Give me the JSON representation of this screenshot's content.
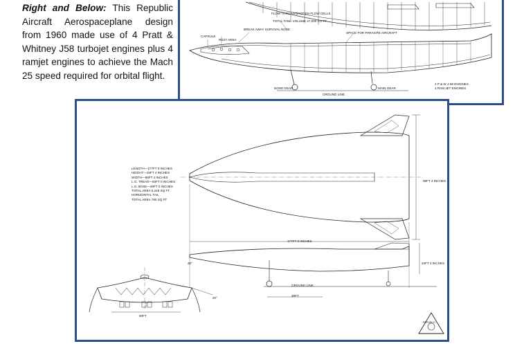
{
  "caption": {
    "lead": "Right and Below:",
    "body": " This Republic Aircraft Aerospaceplane design from 1960 made use of 4 Pratt & Whitney J58 turbojet engines plus 4 ramjet engines to achieve the Mach 25 speed required for orbital flight."
  },
  "top_drawing": {
    "labels": {
      "flow_thru": "Flow thru hydrogen flow cells",
      "tank_volume": "Total tank volume 47,000 cu ft",
      "break_away": "Break away survival nose",
      "capsule": "Capsule",
      "rest_area": "Rest area",
      "space_for": "Space for parasite aircraft",
      "nose_gear": "Nose gear",
      "main_gear": "Main gear",
      "ground_line": "Ground line",
      "engines_1": "4 P & W J-58 engines",
      "engines_2": "4 ram jet engines"
    }
  },
  "bottom_drawing": {
    "specs": [
      "LENGTH—177FT 0 INCHES",
      "HEIGHT—34FT 4 INCHES",
      "WIDTH—98FT 4 INCHES",
      "L.G. TREAD—50FT 0 INCHES",
      "L.G. BASE—48FT 0 INCHES",
      "TOTAL AREA 5,245 SQ FT",
      "HORIZONTAL TAIL",
      "TOTAL AREA 780 SQ FT"
    ],
    "labels": {
      "span_dim": "98FT 4 INCHES",
      "length_dim": "177FT 0 INCHES",
      "height_dim": "34FT 4 INCHES",
      "ground_line": "GROUND LINE",
      "wheelbase": "48FT",
      "tread": "50FT",
      "angle_top": "30°",
      "angle_side": "20°"
    },
    "logo_text": "Republic"
  }
}
